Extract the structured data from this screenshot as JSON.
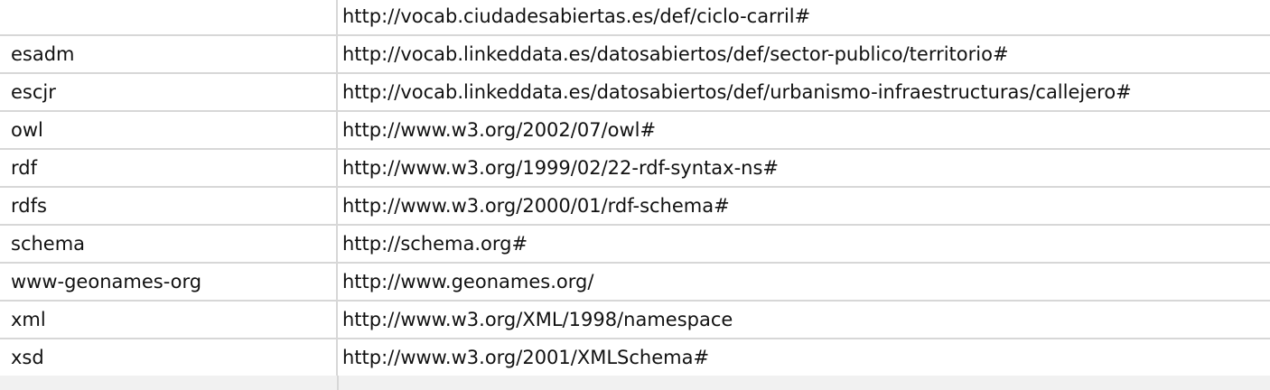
{
  "table": {
    "rows": [
      {
        "prefix": "",
        "namespace": "http://vocab.ciudadesabiertas.es/def/ciclo-carril#"
      },
      {
        "prefix": "esadm",
        "namespace": "http://vocab.linkeddata.es/datosabiertos/def/sector-publico/territorio#"
      },
      {
        "prefix": "escjr",
        "namespace": "http://vocab.linkeddata.es/datosabiertos/def/urbanismo-infraestructuras/callejero#"
      },
      {
        "prefix": "owl",
        "namespace": "http://www.w3.org/2002/07/owl#"
      },
      {
        "prefix": "rdf",
        "namespace": "http://www.w3.org/1999/02/22-rdf-syntax-ns#"
      },
      {
        "prefix": "rdfs",
        "namespace": "http://www.w3.org/2000/01/rdf-schema#"
      },
      {
        "prefix": "schema",
        "namespace": "http://schema.org#"
      },
      {
        "prefix": "www-geonames-org",
        "namespace": "http://www.geonames.org/"
      },
      {
        "prefix": "xml",
        "namespace": "http://www.w3.org/XML/1998/namespace"
      },
      {
        "prefix": "xsd",
        "namespace": "http://www.w3.org/2001/XMLSchema#"
      }
    ]
  },
  "colors": {
    "grid": "#d7d7d7",
    "background": "#ffffff",
    "empty_area": "#f1f1f1"
  }
}
